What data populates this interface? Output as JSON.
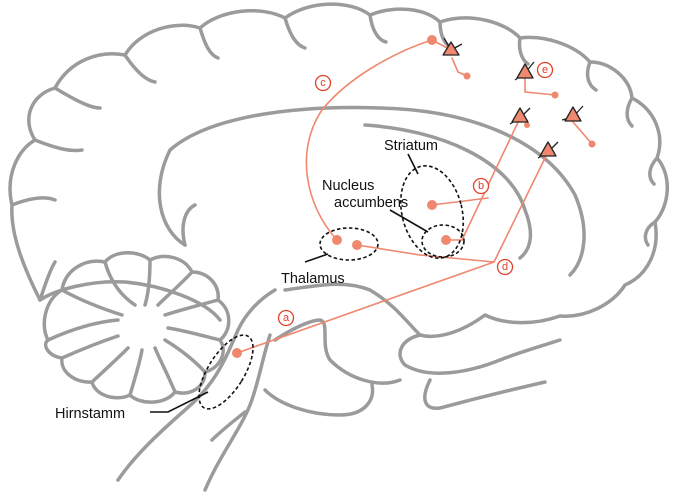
{
  "labels": {
    "striatum": "Striatum",
    "nucleus_accumbens_line1": "Nucleus",
    "nucleus_accumbens_line2": "accumbens",
    "thalamus": "Thalamus",
    "hirnstamm": "Hirnstamm"
  },
  "pathways": [
    {
      "id": "a",
      "label": "a"
    },
    {
      "id": "b",
      "label": "b"
    },
    {
      "id": "c",
      "label": "c"
    },
    {
      "id": "d",
      "label": "d"
    },
    {
      "id": "e",
      "label": "e"
    }
  ],
  "colors": {
    "brain_outline": "#9b9b9b",
    "pathway": "#f0876f",
    "badge": "#e0402a",
    "region_outline": "#111111"
  }
}
